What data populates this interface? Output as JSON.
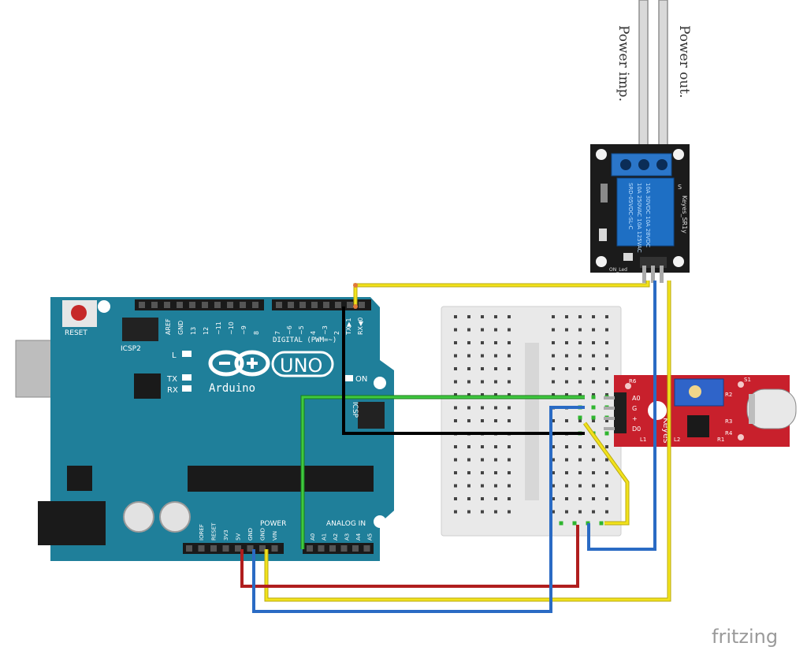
{
  "arduino": {
    "brand": "Arduino",
    "model": "UNO",
    "reset_label": "RESET",
    "icsp2_label": "ICSP2",
    "icsp_label": "ICSP",
    "digital_label": "DIGITAL (PWM=~)",
    "power_label": "POWER",
    "analog_label": "ANALOG IN",
    "on_label": "ON",
    "led_l": "L",
    "led_tx": "TX",
    "led_rx": "RX",
    "digital_top_pins": [
      "AREF",
      "GND",
      "13",
      "12",
      "~11",
      "~10",
      "~9",
      "8"
    ],
    "digital_low_pins": [
      "7",
      "~6",
      "~5",
      "4",
      "~3",
      "2",
      "TX▶1",
      "RX◀0"
    ],
    "power_pins": [
      "IOREF",
      "RESET",
      "3V3",
      "5V",
      "GND",
      "GND",
      "VIN"
    ],
    "analog_pins": [
      "A0",
      "A1",
      "A2",
      "A3",
      "A4",
      "A5"
    ]
  },
  "relay": {
    "brand": "Keyes_SR1y",
    "led_label": "ON_Led",
    "pin_label": "S",
    "coil_text": [
      "SRD-05VDC-SL-C",
      "10A 250VAC 10A 125VAC",
      "10A 30VDC 10A 28VDC"
    ]
  },
  "mic": {
    "brand": "Keyes",
    "pin_labels": [
      "A0",
      "G",
      "+",
      "D0"
    ],
    "parts": [
      "R6",
      "R2",
      "R3",
      "R4",
      "S1",
      "L1",
      "L2",
      "R1"
    ]
  },
  "labels": {
    "power_in": "Power imp.",
    "power_out": "Power out."
  },
  "watermark": "fritzing",
  "colors": {
    "board": "#1f7f9a",
    "relay_board": "#1b1b1b",
    "relay_coil": "#1e6fc4",
    "mic_board": "#c8202c",
    "wire_red": "#b01e1e",
    "wire_blue": "#2a6bc4",
    "wire_yellow": "#f2e21b",
    "wire_green": "#2fb52f",
    "wire_black": "#111111"
  }
}
